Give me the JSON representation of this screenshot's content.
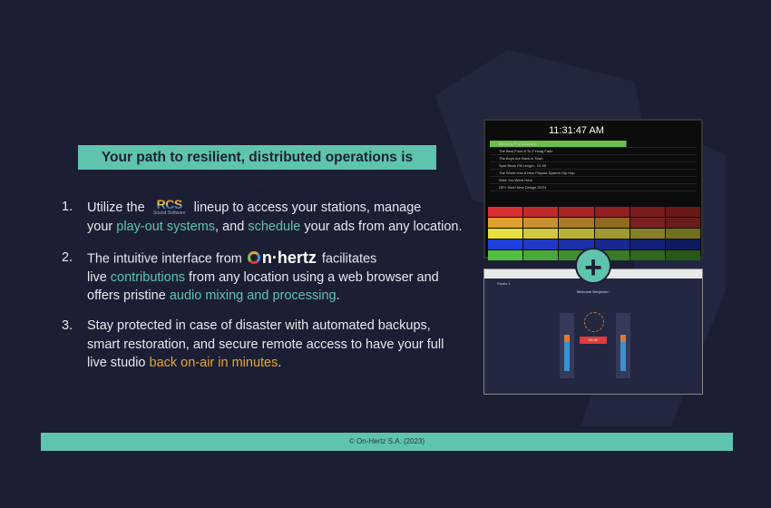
{
  "title": "Your path to resilient, distributed operations is simple:",
  "items": [
    {
      "num": "1.",
      "line1_a": "Utilize the",
      "logo": "RCS",
      "logo_sub": "Sound Software",
      "line1_b": "lineup to access your stations, manage",
      "l2_a": "your ",
      "l2_b": "play-out systems",
      "l2_c": ", and ",
      "l2_d": "schedule",
      "l2_e": " your ads from any location."
    },
    {
      "num": "2.",
      "line1_a": "The intuitive interface from",
      "logo": "n·hertz",
      "line1_b": "facilitates",
      "l2_a": "live ",
      "l2_b": "contributions",
      "l2_c": " from any location using a web browser and",
      "l3_a": "offers pristine ",
      "l3_b": "audio mixing and processing",
      "l3_c": "."
    },
    {
      "num": "3.",
      "line1": "Stay protected in case of disaster with automated backups,",
      "line2": "smart restoration, and secure remote access to have your full",
      "l3_a": "live studio ",
      "l3_b": "back on-air in minutes",
      "l3_c": "."
    }
  ],
  "monitor": {
    "clock": "11:31:47 AM",
    "rows": [
      "Bleeding Pop Distortion",
      "The Best From A To Z Hoag Fade",
      "The Boys Are Back in Town",
      "Spot Block Fill Length - 01:05",
      "The World Has A New Playout System Hip Hop",
      "Wish You Were Here",
      "DRY Steel New Design 20TH"
    ]
  },
  "browser": {
    "studio": "Studio 1",
    "welcome": "Welcome Benjamin !",
    "on_air": "On Air"
  },
  "plus": "+",
  "footer": "© On-Hertz S.A. (2023)",
  "colors": {
    "accent": "#5fc4ae",
    "highlight": "#e5a532",
    "background": "#1c1f33"
  }
}
